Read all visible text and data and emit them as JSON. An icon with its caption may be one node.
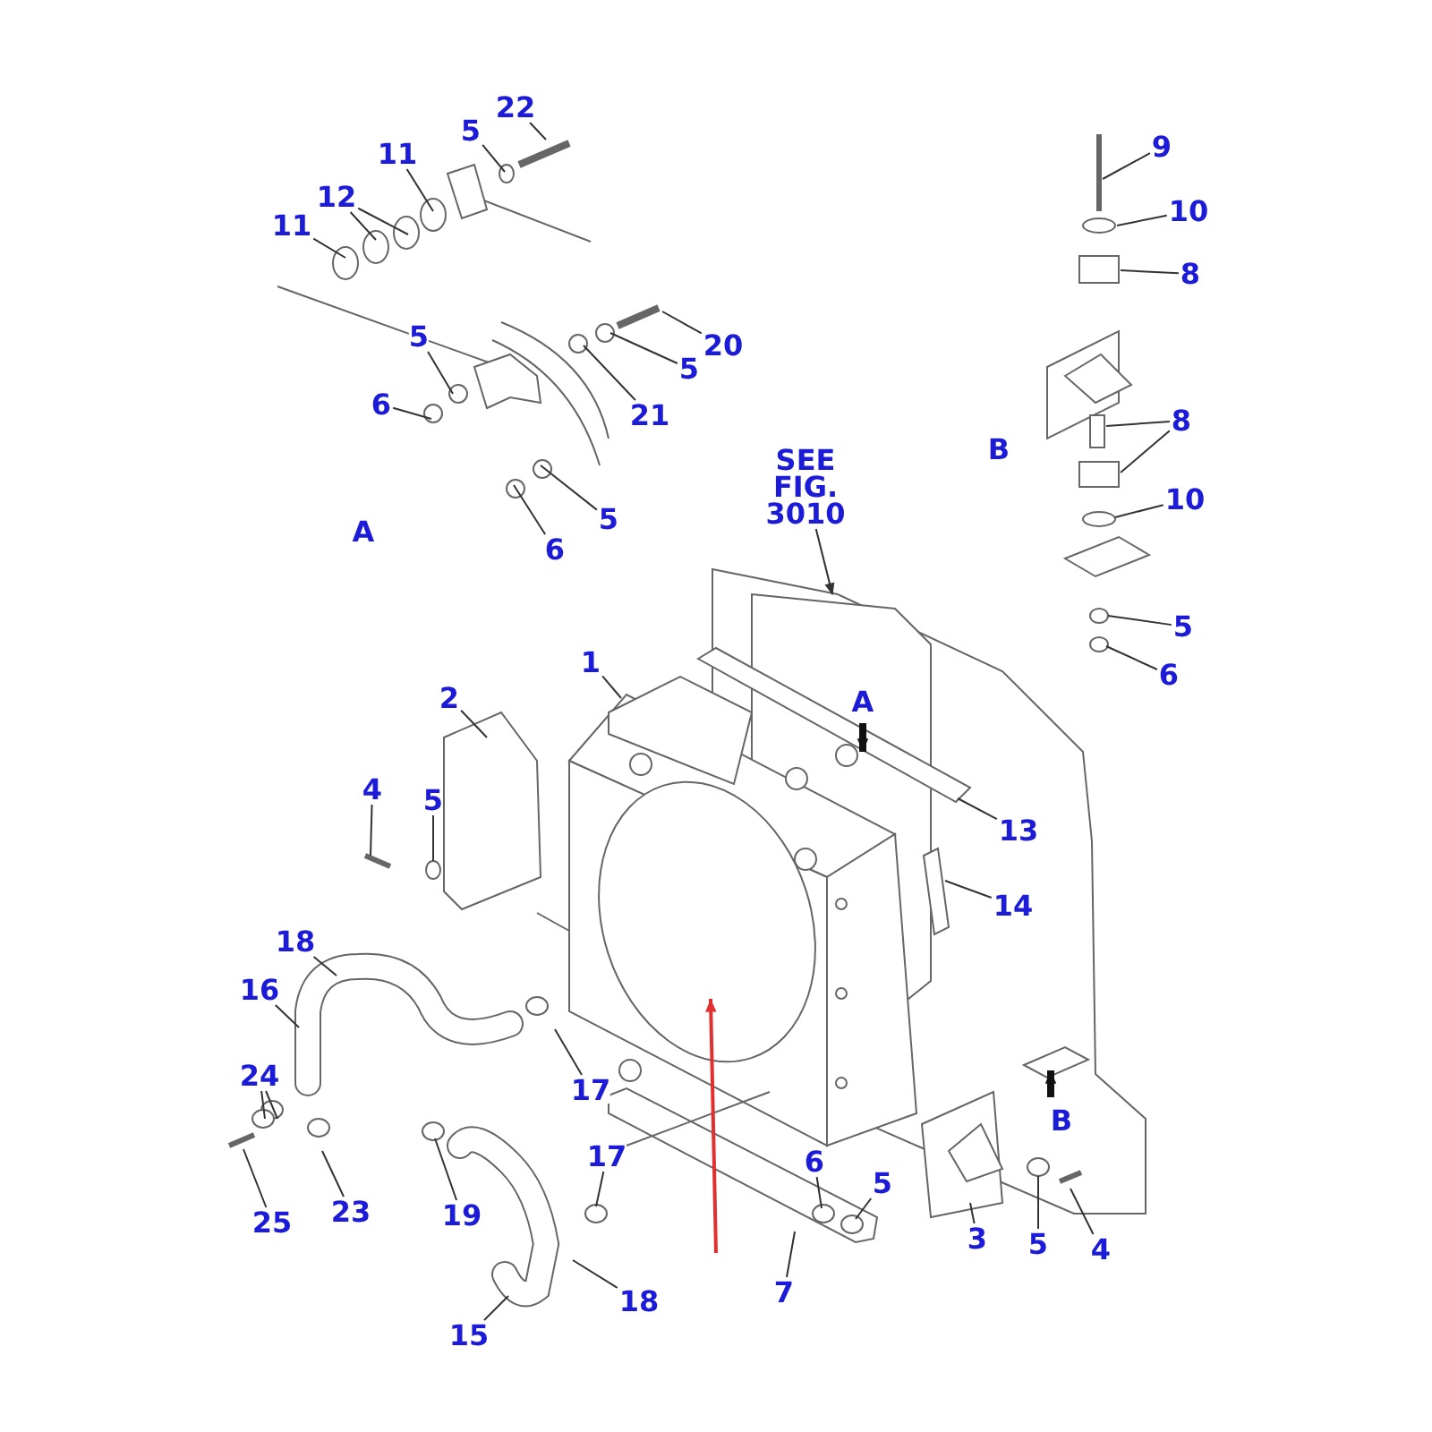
{
  "diagram": {
    "nodes": [
      {
        "text": [
          "22"
        ]
      },
      {
        "text": [
          "5"
        ]
      },
      {
        "text": [
          "11"
        ]
      },
      {
        "text": [
          "12"
        ]
      },
      {
        "text": [
          "11"
        ]
      },
      {
        "text": [
          "5"
        ]
      },
      {
        "text": [
          "6"
        ]
      },
      {
        "text": [
          "20"
        ]
      },
      {
        "text": [
          "5"
        ]
      },
      {
        "text": [
          "21"
        ]
      },
      {
        "text": [
          "5"
        ]
      },
      {
        "text": [
          "6"
        ]
      },
      {
        "text": [
          "9"
        ]
      },
      {
        "text": [
          "10"
        ]
      },
      {
        "text": [
          "8"
        ]
      },
      {
        "text": [
          "8"
        ]
      },
      {
        "text": [
          "10"
        ]
      },
      {
        "text": [
          "5"
        ]
      },
      {
        "text": [
          "6"
        ]
      },
      {
        "text": [
          "SEE FIG. 3010"
        ]
      },
      {
        "text": [
          "1"
        ]
      },
      {
        "text": [
          "2"
        ]
      },
      {
        "text": [
          "4"
        ]
      },
      {
        "text": [
          "5"
        ]
      },
      {
        "text": [
          "13"
        ]
      },
      {
        "text": [
          "14"
        ]
      },
      {
        "text": [
          "18"
        ]
      },
      {
        "text": [
          "16"
        ]
      },
      {
        "text": [
          "17"
        ]
      },
      {
        "text": [
          "24"
        ]
      },
      {
        "text": [
          "25"
        ]
      },
      {
        "text": [
          "23"
        ]
      },
      {
        "text": [
          "19"
        ]
      },
      {
        "text": [
          "17"
        ]
      },
      {
        "text": [
          "18"
        ]
      },
      {
        "text": [
          "15"
        ]
      },
      {
        "text": [
          "7"
        ]
      },
      {
        "text": [
          "6"
        ]
      },
      {
        "text": [
          "5"
        ]
      },
      {
        "text": [
          "3"
        ]
      },
      {
        "text": [
          "5"
        ]
      },
      {
        "text": [
          "4"
        ]
      }
    ],
    "edges": [
      {
        "from": 0,
        "to": null,
        "arrow": "none"
      },
      {
        "from": 1,
        "to": null,
        "arrow": "none"
      },
      {
        "from": 2,
        "to": null,
        "arrow": "none"
      },
      {
        "from": 3,
        "to": null,
        "arrow": "none"
      },
      {
        "from": 3,
        "to": null,
        "arrow": "none"
      },
      {
        "from": 4,
        "to": null,
        "arrow": "none"
      },
      {
        "from": 5,
        "to": null,
        "arrow": "none"
      },
      {
        "from": 6,
        "to": null,
        "arrow": "none"
      },
      {
        "from": 7,
        "to": null,
        "arrow": "none"
      },
      {
        "from": 8,
        "to": null,
        "arrow": "none"
      },
      {
        "from": 9,
        "to": null,
        "arrow": "none"
      },
      {
        "from": 10,
        "to": null,
        "arrow": "none"
      },
      {
        "from": 11,
        "to": null,
        "arrow": "none"
      },
      {
        "from": 12,
        "to": null,
        "arrow": "none"
      },
      {
        "from": 13,
        "to": null,
        "arrow": "none"
      },
      {
        "from": 14,
        "to": null,
        "arrow": "none"
      },
      {
        "from": 15,
        "to": null,
        "arrow": "none"
      },
      {
        "from": 15,
        "to": null,
        "arrow": "none"
      },
      {
        "from": 16,
        "to": null,
        "arrow": "none"
      },
      {
        "from": 17,
        "to": null,
        "arrow": "none"
      },
      {
        "from": 18,
        "to": null,
        "arrow": "none"
      },
      {
        "from": 19,
        "to": null,
        "arrow": "to"
      },
      {
        "from": 20,
        "to": null,
        "arrow": "none"
      },
      {
        "from": 21,
        "to": null,
        "arrow": "none"
      },
      {
        "from": 22,
        "to": null,
        "arrow": "none"
      },
      {
        "from": 23,
        "to": null,
        "arrow": "none"
      },
      {
        "from": 24,
        "to": null,
        "arrow": "none"
      },
      {
        "from": 25,
        "to": null,
        "arrow": "none"
      },
      {
        "from": 26,
        "to": null,
        "arrow": "none"
      },
      {
        "from": 27,
        "to": null,
        "arrow": "none"
      },
      {
        "from": 28,
        "to": null,
        "arrow": "none"
      },
      {
        "from": 29,
        "to": null,
        "arrow": "none"
      },
      {
        "from": 29,
        "to": null,
        "arrow": "none"
      },
      {
        "from": 30,
        "to": null,
        "arrow": "none"
      },
      {
        "from": 31,
        "to": null,
        "arrow": "none"
      },
      {
        "from": 32,
        "to": null,
        "arrow": "none"
      },
      {
        "from": 33,
        "to": null,
        "arrow": "none"
      },
      {
        "from": 34,
        "to": null,
        "arrow": "none"
      },
      {
        "from": 35,
        "to": null,
        "arrow": "none"
      },
      {
        "from": 36,
        "to": null,
        "arrow": "none"
      },
      {
        "from": 37,
        "to": null,
        "arrow": "none"
      },
      {
        "from": 38,
        "to": null,
        "arrow": "none"
      },
      {
        "from": 39,
        "to": null,
        "arrow": "none"
      },
      {
        "from": 40,
        "to": null,
        "arrow": "none"
      },
      {
        "from": 41,
        "to": null,
        "arrow": "none"
      }
    ],
    "labels": [
      "B",
      "A",
      "A",
      "B"
    ]
  }
}
